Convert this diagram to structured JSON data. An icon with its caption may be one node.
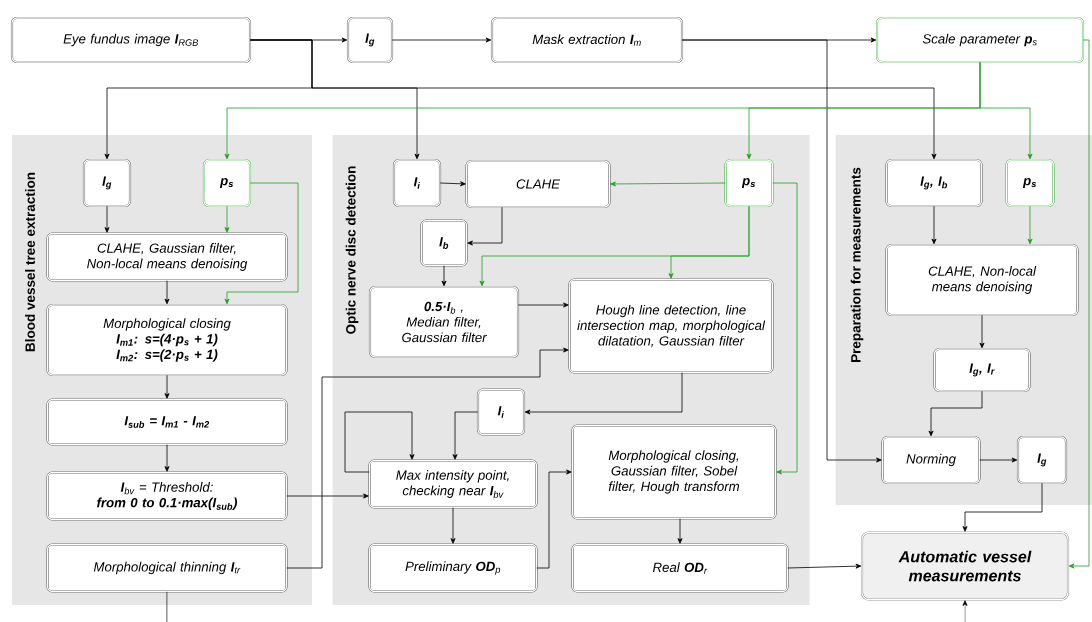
{
  "diagram": {
    "nodes": [
      {
        "text": [
          "Eye fundus image **I**$_{RGB}$"
        ]
      },
      {
        "text": [
          "I$_{g}$"
        ]
      },
      {
        "text": [
          "Mask extraction **I**$_{m}$"
        ]
      },
      {
        "text": [
          "Scale parameter **p**$_{s}$"
        ]
      },
      {
        "text": [
          "Blood vessel tree extraction"
        ]
      },
      {
        "text": [
          "I$_{g}$"
        ],
        "in": 4
      },
      {
        "text": [
          "p$_{s}$"
        ],
        "in": 4
      },
      {
        "text": [
          "CLAHE, Gaussian filter, Non-local means denoising"
        ],
        "in": 4
      },
      {
        "text": [
          "Morphological closing",
          "I$_{m1}$: s=(4·p$_{s}$ + 1)",
          "I$_{m2}$: s=(2·p$_{s}$ + 1)"
        ],
        "in": 4
      },
      {
        "text": [
          "I$_{sub}$ = I$_{m1}$ - I$_{m2}$"
        ],
        "in": 4
      },
      {
        "text": [
          "**I**$_{bv}$ = Threshold:",
          "from 0 to 0.1·max(I$_{sub}$)"
        ],
        "in": 4
      },
      {
        "text": [
          "Morphological thinning **I**$_{tr}$"
        ],
        "in": 4
      },
      {
        "text": [
          "Optic nerve disc detection"
        ]
      },
      {
        "text": [
          "I$_{i}$"
        ],
        "in": 12
      },
      {
        "text": [
          "CLAHE"
        ],
        "in": 12
      },
      {
        "text": [
          "p$_{s}$"
        ],
        "in": 12
      },
      {
        "text": [
          "I$_{b}$"
        ],
        "in": 12
      },
      {
        "text": [
          "**0.5·I**$_{b}$ ,",
          "Median filter, Gaussian filter"
        ],
        "in": 12
      },
      {
        "text": [
          "Hough line detection, line intersection map, morphological dilatation, Gaussian filter"
        ],
        "in": 12
      },
      {
        "text": [
          "I$_{i}$"
        ],
        "in": 12
      },
      {
        "text": [
          "Max intensity point, checking near **I**$_{bv}$"
        ],
        "in": 12
      },
      {
        "text": [
          "Morphological closing, Gaussian filter, Sobel filter, Hough transform"
        ],
        "in": 12
      },
      {
        "text": [
          "Preliminary **OD**$_{p}$"
        ],
        "in": 12
      },
      {
        "text": [
          "Real **OD**$_{r}$"
        ],
        "in": 12
      },
      {
        "text": [
          "Preparation for measurements"
        ]
      },
      {
        "text": [
          "I$_{g}$, I$_{b}$"
        ],
        "in": 24
      },
      {
        "text": [
          "p$_{s}$"
        ],
        "in": 24
      },
      {
        "text": [
          "CLAHE, Non-local means denoising"
        ],
        "in": 24
      },
      {
        "text": [
          "I$_{g}$, I$_{r}$"
        ],
        "in": 24
      },
      {
        "text": [
          "Norming"
        ],
        "in": 24
      },
      {
        "text": [
          "I$_{g}$"
        ],
        "in": 24
      },
      {
        "text": [
          "Automatic vessel measurements"
        ]
      }
    ],
    "edges": [
      {
        "from": 0,
        "to": 1,
        "arrow": "to"
      },
      {
        "from": 1,
        "to": 2,
        "arrow": "to"
      },
      {
        "from": 2,
        "to": 3,
        "arrow": "to"
      },
      {
        "from": 0,
        "to": 5,
        "arrow": "to"
      },
      {
        "from": 0,
        "to": 13,
        "arrow": "to"
      },
      {
        "from": 0,
        "to": 25,
        "arrow": "to"
      },
      {
        "from": 2,
        "to": 29,
        "arrow": "to"
      },
      {
        "from": 3,
        "to": 6,
        "arrow": "to",
        "color": "#1f9e1f"
      },
      {
        "from": 3,
        "to": 15,
        "arrow": "to",
        "color": "#1f9e1f"
      },
      {
        "from": 3,
        "to": 26,
        "arrow": "to",
        "color": "#1f9e1f"
      },
      {
        "from": 3,
        "to": 31,
        "arrow": "to",
        "color": "#1f9e1f"
      },
      {
        "from": 5,
        "to": 7,
        "arrow": "to"
      },
      {
        "from": 6,
        "to": 7,
        "arrow": "to",
        "color": "#1f9e1f"
      },
      {
        "from": 6,
        "to": 8,
        "arrow": "to",
        "color": "#1f9e1f"
      },
      {
        "from": 7,
        "to": 8,
        "arrow": "to"
      },
      {
        "from": 8,
        "to": 9,
        "arrow": "to"
      },
      {
        "from": 9,
        "to": 10,
        "arrow": "to"
      },
      {
        "from": 10,
        "to": 20,
        "arrow": "to"
      },
      {
        "from": 11,
        "to": 18,
        "arrow": "to"
      },
      {
        "from": 11,
        "to": null,
        "arrow": "none"
      },
      {
        "from": null,
        "to": 31,
        "arrow": "to"
      },
      {
        "from": 13,
        "to": 14,
        "arrow": "to"
      },
      {
        "from": 14,
        "to": 16,
        "arrow": "to"
      },
      {
        "from": 15,
        "to": 14,
        "arrow": "to",
        "color": "#1f9e1f"
      },
      {
        "from": 15,
        "to": 17,
        "arrow": "to",
        "color": "#1f9e1f"
      },
      {
        "from": 15,
        "to": 18,
        "arrow": "to",
        "color": "#1f9e1f"
      },
      {
        "from": 15,
        "to": 21,
        "arrow": "to",
        "color": "#1f9e1f"
      },
      {
        "from": 16,
        "to": 17,
        "arrow": "to"
      },
      {
        "from": 17,
        "to": 18,
        "arrow": "to"
      },
      {
        "from": 18,
        "to": 19,
        "arrow": "to"
      },
      {
        "from": 19,
        "to": 20,
        "arrow": "to"
      },
      {
        "from": 20,
        "to": 20,
        "arrow": "to"
      },
      {
        "from": 20,
        "to": 22,
        "arrow": "to"
      },
      {
        "from": 22,
        "to": 21,
        "arrow": "to"
      },
      {
        "from": 21,
        "to": 23,
        "arrow": "to"
      },
      {
        "from": 23,
        "to": 31,
        "arrow": "to"
      },
      {
        "from": 25,
        "to": 27,
        "arrow": "to"
      },
      {
        "from": 26,
        "to": 27,
        "arrow": "to",
        "color": "#1f9e1f"
      },
      {
        "from": 27,
        "to": 28,
        "arrow": "to"
      },
      {
        "from": 28,
        "to": 29,
        "arrow": "to"
      },
      {
        "from": 29,
        "to": 30,
        "arrow": "to"
      },
      {
        "from": 30,
        "to": 31,
        "arrow": "to"
      }
    ]
  }
}
